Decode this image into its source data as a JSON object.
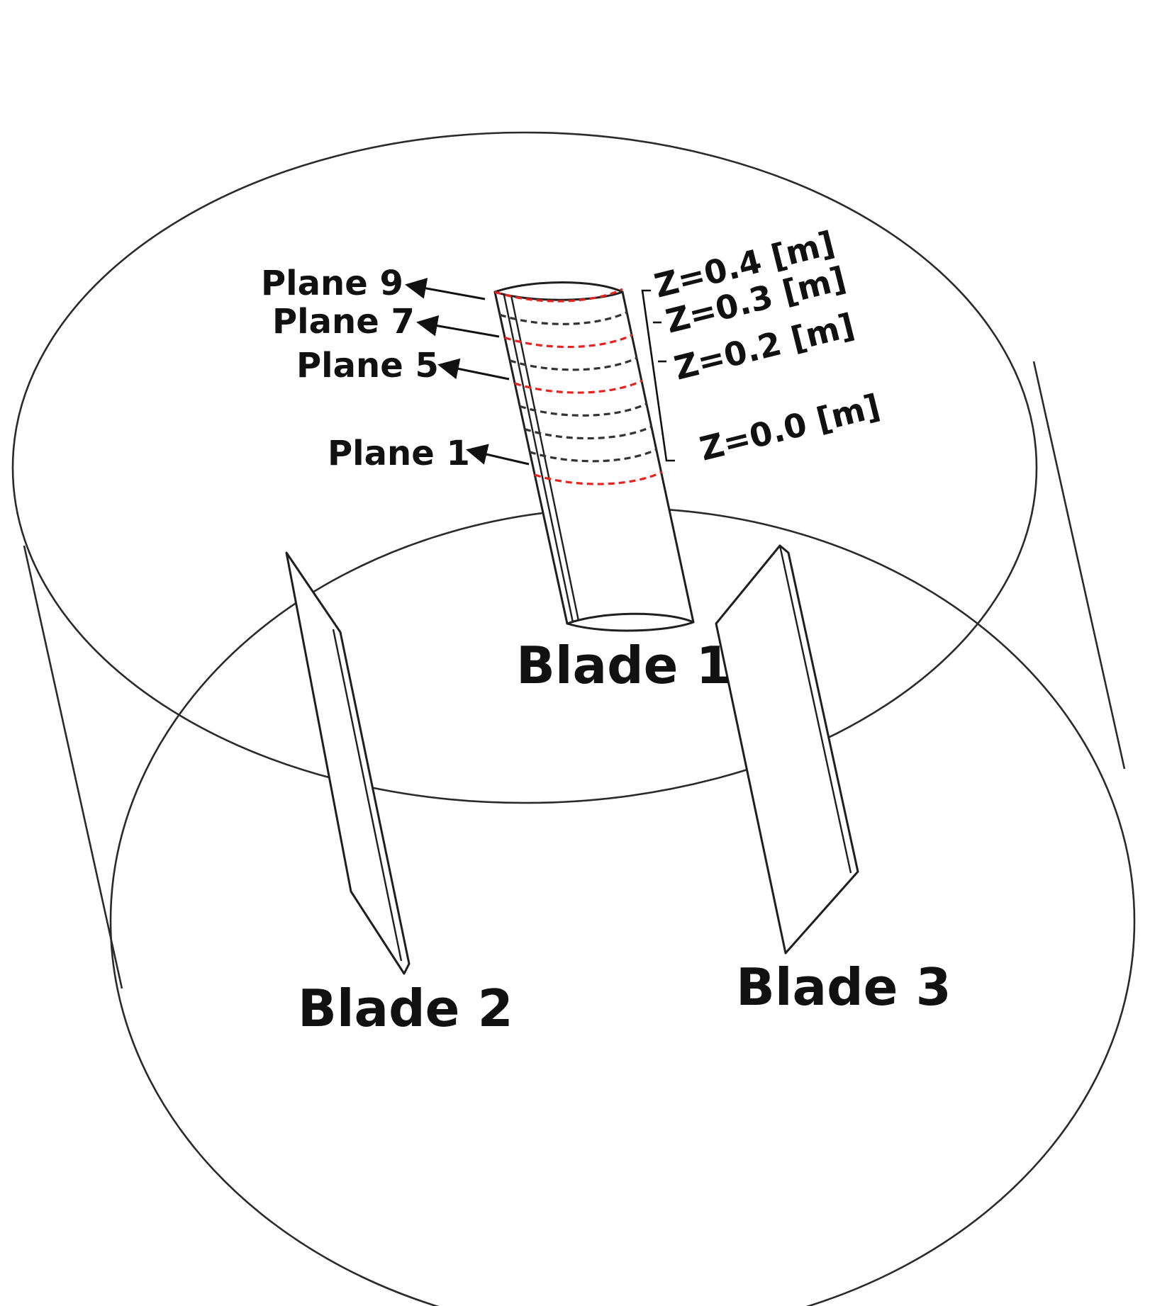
{
  "colors": {
    "plane_highlight": "#e8231f",
    "plane_regular": "#333333",
    "line": "#222222"
  },
  "planes": [
    {
      "label": "Plane 9",
      "highlight": true
    },
    {
      "label": "",
      "highlight": false
    },
    {
      "label": "Plane 7",
      "highlight": true
    },
    {
      "label": "",
      "highlight": false
    },
    {
      "label": "Plane 5",
      "highlight": true
    },
    {
      "label": "",
      "highlight": false
    },
    {
      "label": "",
      "highlight": false
    },
    {
      "label": "",
      "highlight": false
    },
    {
      "label": "Plane 1",
      "highlight": true
    }
  ],
  "heights": [
    {
      "label": "Z=0.4 [m]"
    },
    {
      "label": "Z=0.3 [m]"
    },
    {
      "label": "Z=0.2 [m]"
    },
    {
      "label": "Z=0.0 [m]"
    }
  ],
  "blades": [
    {
      "label": "Blade 1"
    },
    {
      "label": "Blade 2"
    },
    {
      "label": "Blade 3"
    }
  ]
}
